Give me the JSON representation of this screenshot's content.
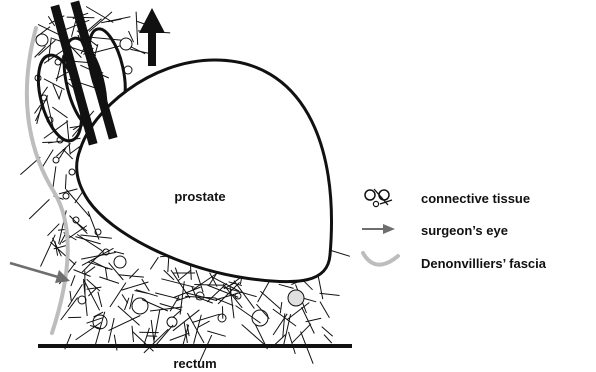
{
  "labels": {
    "organ": "prostate",
    "base": "rectum"
  },
  "legend": [
    {
      "icon": "connective-tissue-icon",
      "text": "connective tissue"
    },
    {
      "icon": "arrow-icon",
      "text": "surgeon’s eye"
    },
    {
      "icon": "fascia-curve-icon",
      "text": "Denonvilliers’ fascia"
    }
  ],
  "colors": {
    "ink": "#111111",
    "fascia": "#bdbdbd",
    "eye_arrow": "#6e6e6e"
  }
}
